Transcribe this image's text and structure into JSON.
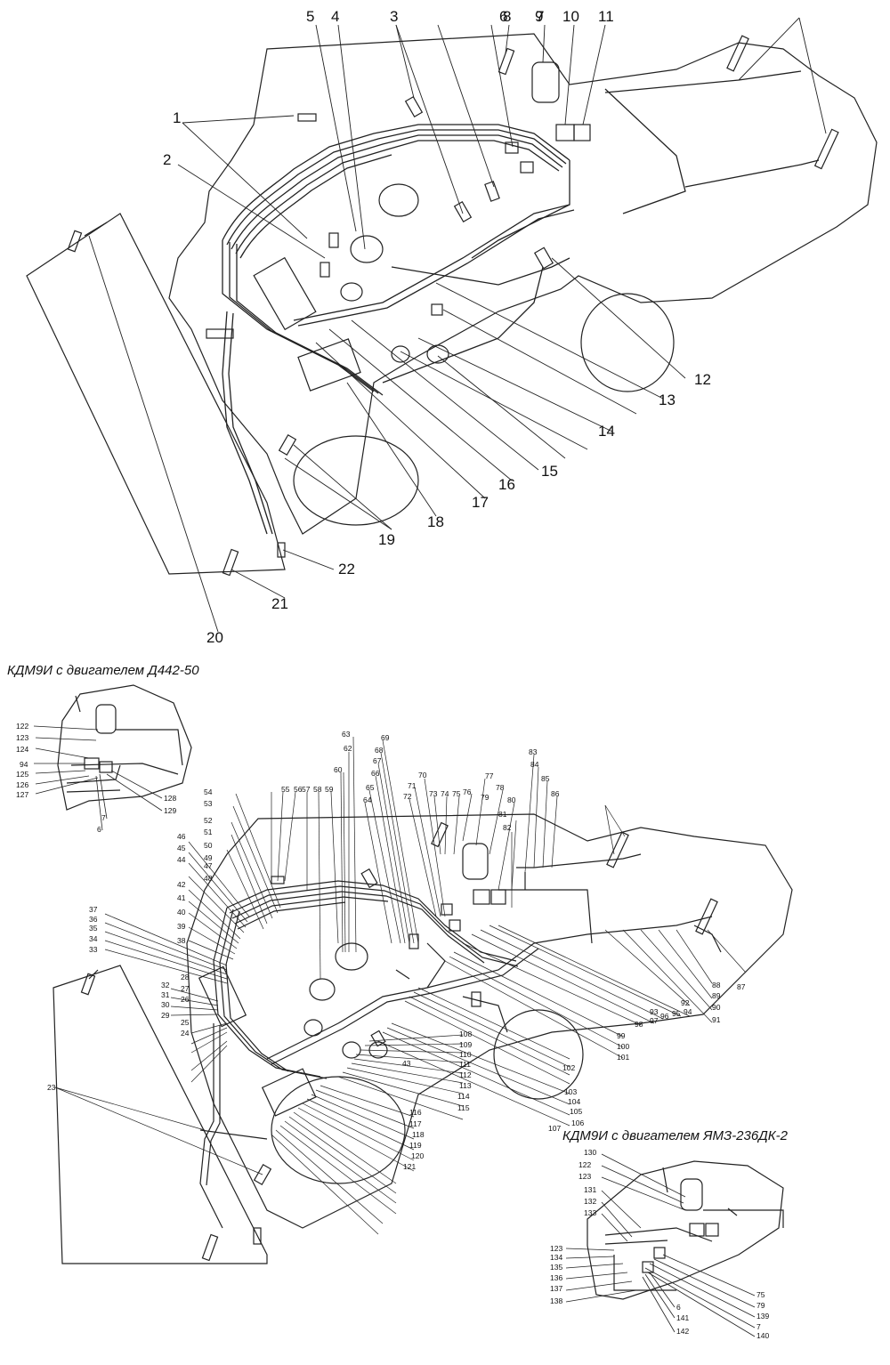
{
  "captions": {
    "engine_d442": "КДМ9И с двигателем Д442-50",
    "engine_yamz": "КДМ9И с двигателем ЯМЗ-236ДК-2"
  },
  "colors": {
    "ink": "#111111",
    "paper": "#ffffff"
  },
  "top_callouts": [
    "1",
    "2",
    "3",
    "4",
    "5",
    "6",
    "7",
    "8",
    "9",
    "10",
    "11",
    "12",
    "13",
    "14",
    "15",
    "16",
    "17",
    "18",
    "19",
    "20",
    "21",
    "22"
  ],
  "bottom_callouts": [
    "23",
    "24",
    "25",
    "26",
    "27",
    "28",
    "29",
    "30",
    "31",
    "32",
    "33",
    "34",
    "35",
    "36",
    "37",
    "38",
    "39",
    "40",
    "41",
    "42",
    "43",
    "44",
    "45",
    "46",
    "47",
    "48",
    "49",
    "50",
    "51",
    "52",
    "53",
    "54",
    "55",
    "56",
    "57",
    "58",
    "59",
    "60",
    "62",
    "63",
    "64",
    "65",
    "66",
    "67",
    "68",
    "69",
    "70",
    "71",
    "72",
    "73",
    "74",
    "75",
    "76",
    "77",
    "78",
    "79",
    "80",
    "81",
    "82",
    "83",
    "84",
    "85",
    "86",
    "87",
    "88",
    "89",
    "90",
    "91",
    "92",
    "93",
    "94",
    "95",
    "96",
    "97",
    "98",
    "99",
    "100",
    "101",
    "102",
    "103",
    "104",
    "105",
    "106",
    "107",
    "108",
    "109",
    "110",
    "111",
    "112",
    "113",
    "114",
    "115",
    "116",
    "117",
    "118",
    "119",
    "120",
    "121"
  ],
  "inset_d442_callouts": [
    "122",
    "123",
    "124",
    "94",
    "125",
    "126",
    "127",
    "128",
    "129",
    "7",
    "6"
  ],
  "inset_yamz_callouts": [
    "130",
    "122",
    "123",
    "131",
    "132",
    "133",
    "123",
    "134",
    "135",
    "136",
    "137",
    "138",
    "75",
    "79",
    "139",
    "7",
    "140",
    "6",
    "141",
    "142"
  ]
}
